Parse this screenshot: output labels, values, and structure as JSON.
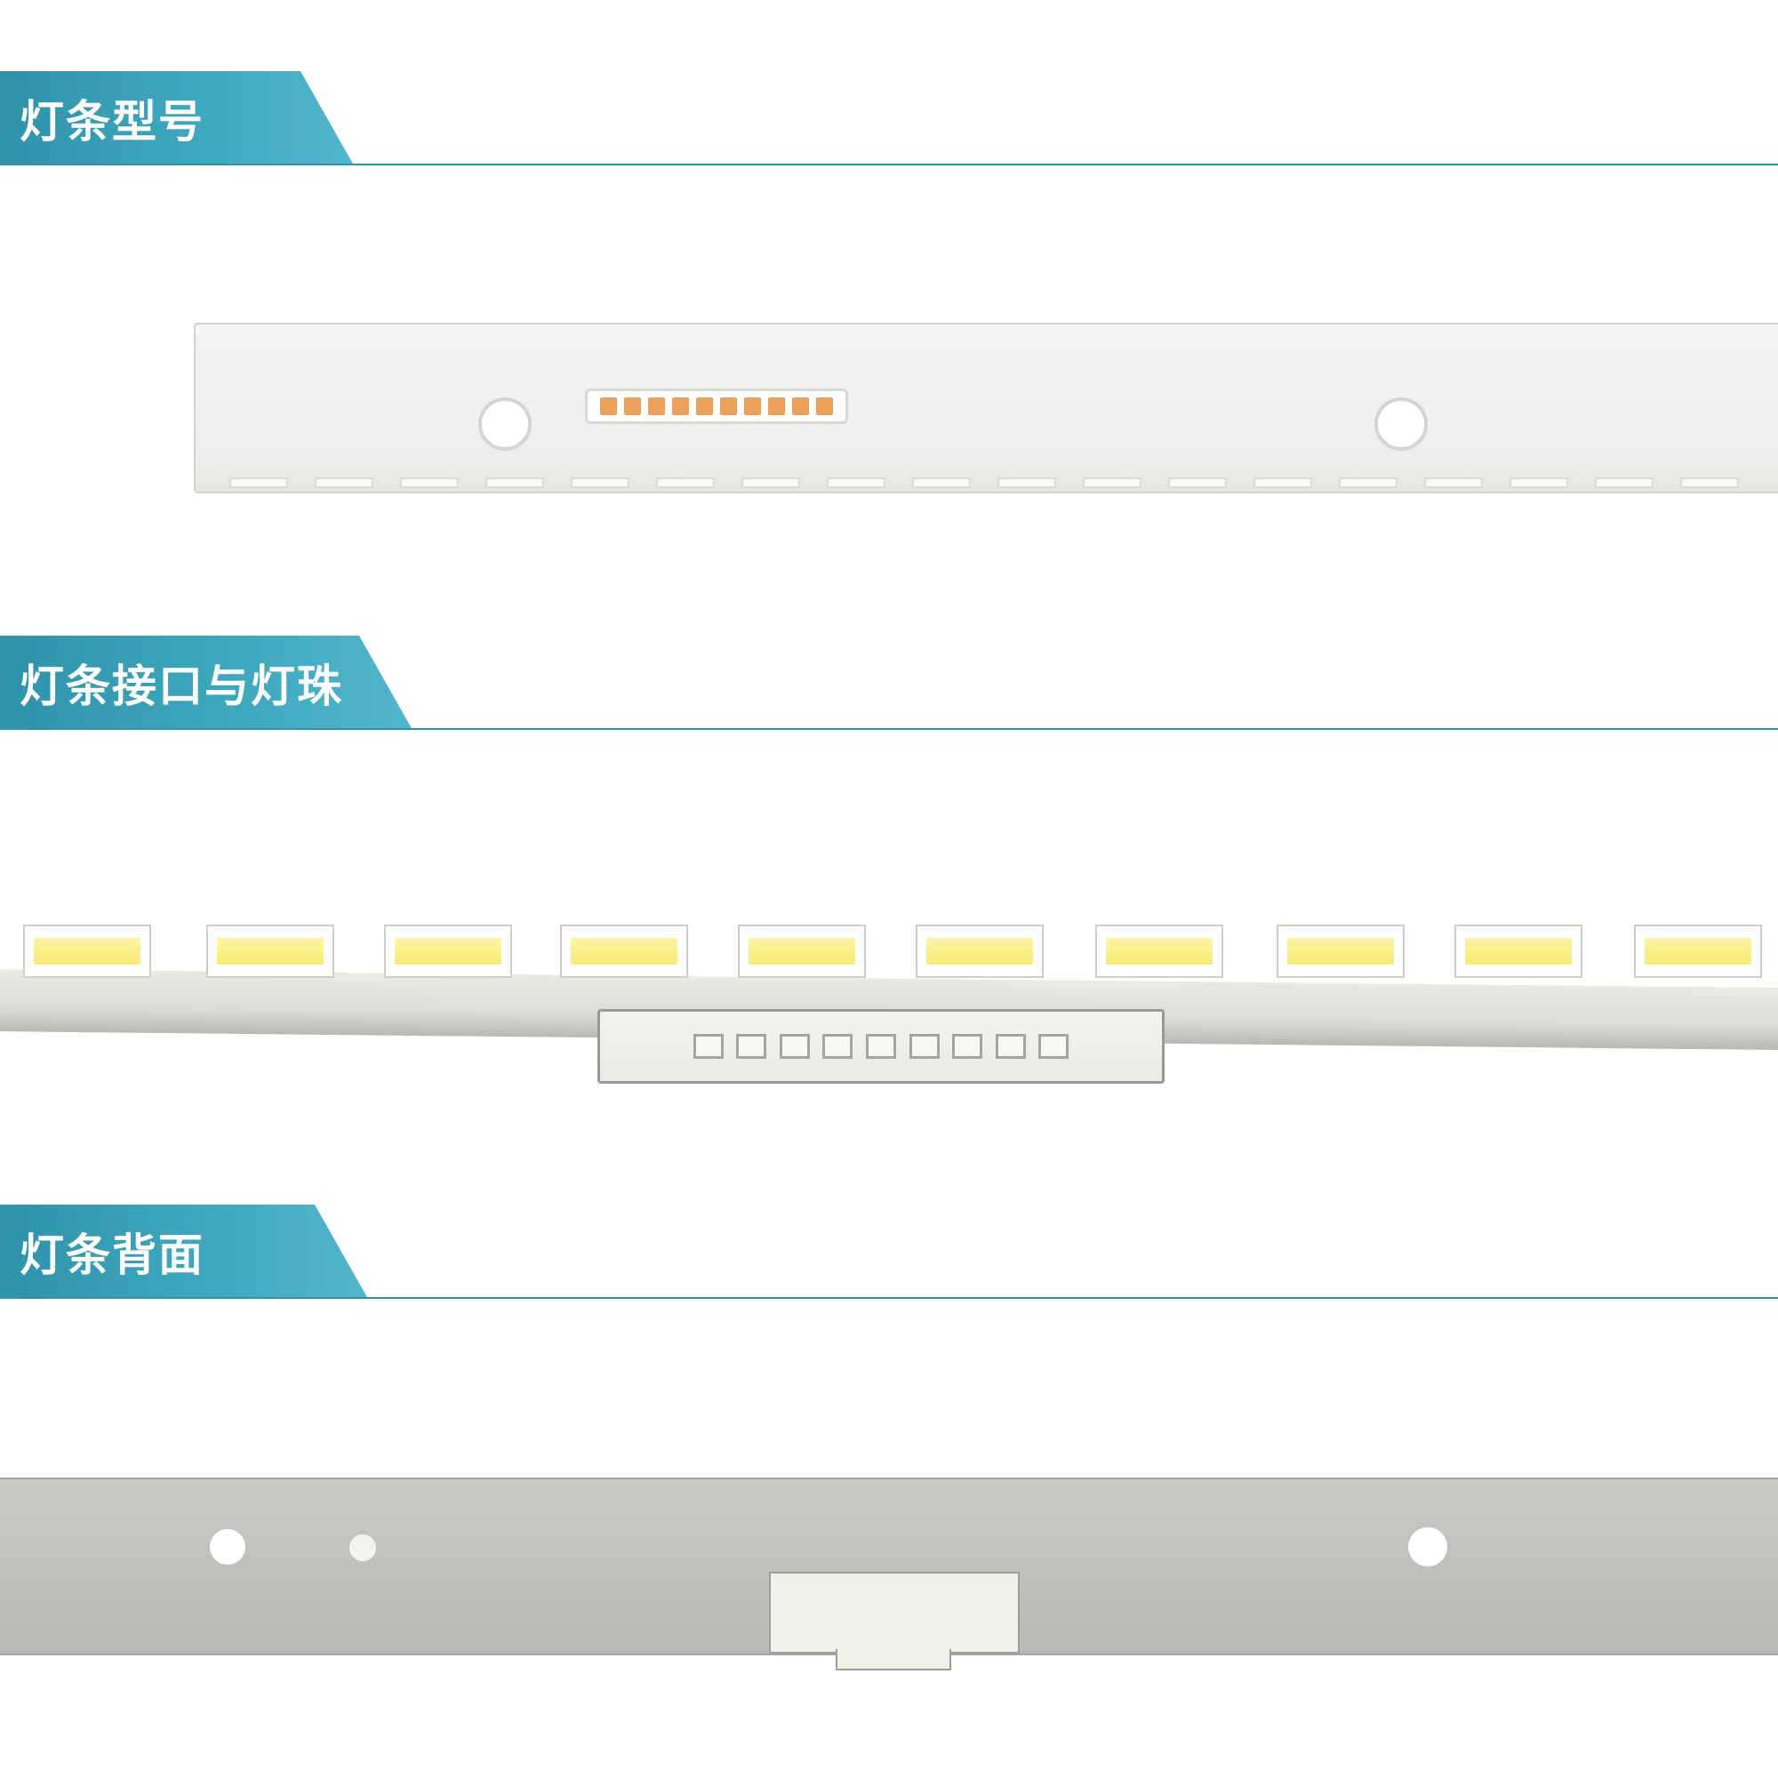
{
  "sections": [
    {
      "title": "灯条型号"
    },
    {
      "title": "灯条接口与灯珠"
    },
    {
      "title": "灯条背面"
    }
  ],
  "colors": {
    "header_accent": "#2f93aa",
    "header_text": "#ffffff",
    "led_lens": "#f6ea74",
    "contact_pad": "#eca15a"
  }
}
